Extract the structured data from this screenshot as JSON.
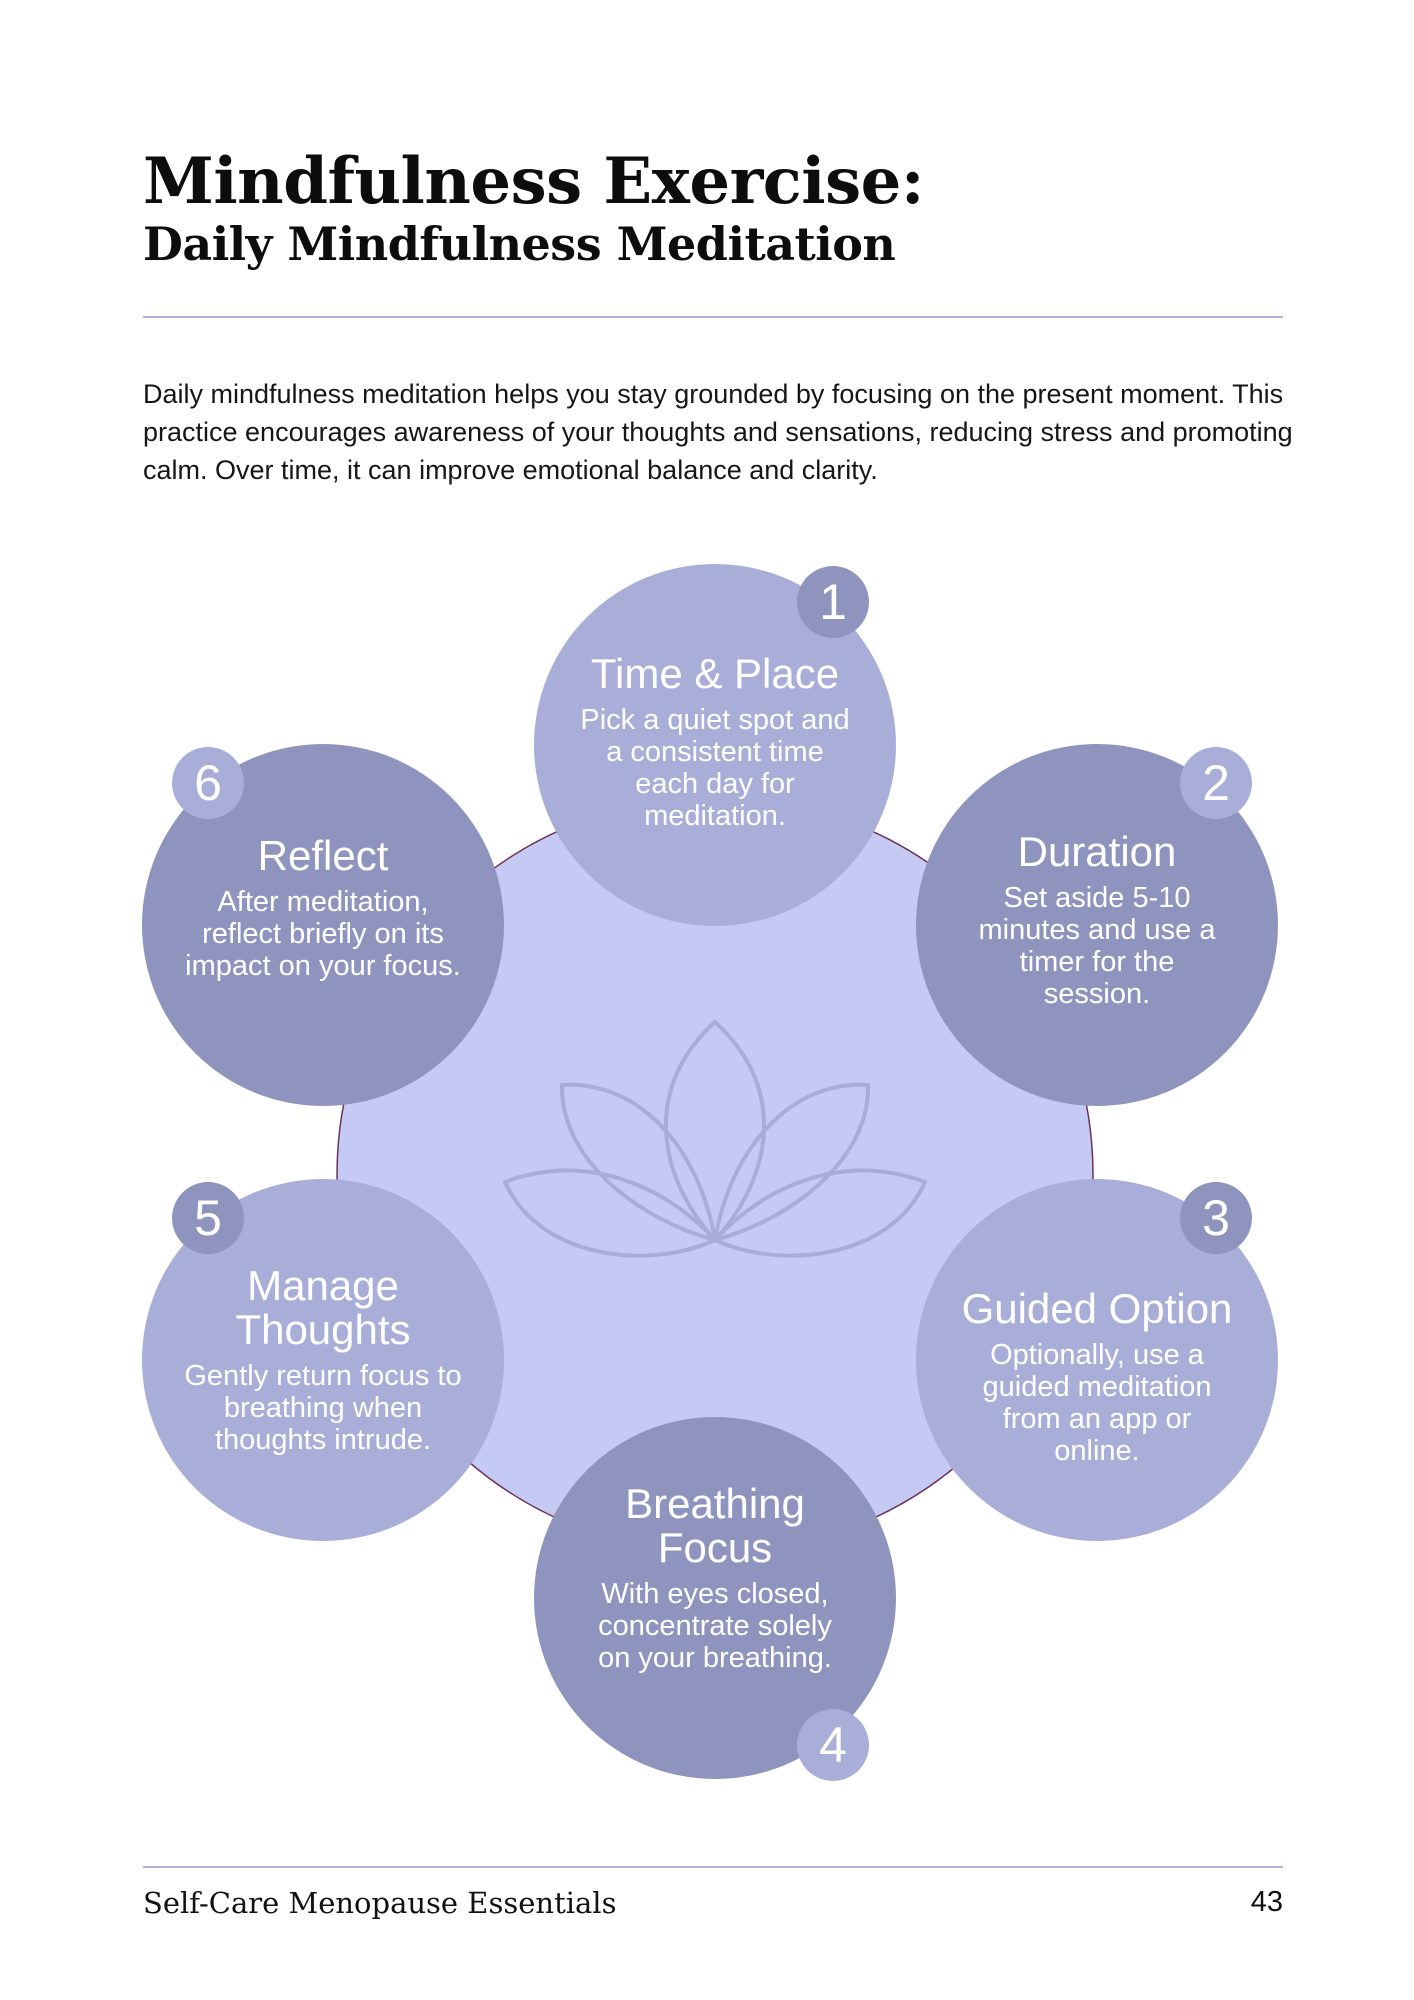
{
  "header": {
    "title": "Mindfulness Exercise:",
    "subtitle": "Daily Mindfulness Meditation"
  },
  "intro": "Daily mindfulness meditation helps you stay grounded by focusing on the present moment. This practice encourages awareness of your thoughts and sensations, reducing stress and promoting calm. Over time, it can improve emotional balance and clarity.",
  "center_icon": "lotus-icon",
  "colors": {
    "center": "#c5caf5",
    "step_light": "#a8aed8",
    "step_dark": "#8e94bd",
    "rule": "#aeb6d4"
  },
  "steps": [
    {
      "number": "1",
      "title": "Time & Place",
      "description": "Pick a quiet spot and a consistent time each day for meditation."
    },
    {
      "number": "2",
      "title": "Duration",
      "description": "Set aside 5-10 minutes and use a timer for the session."
    },
    {
      "number": "3",
      "title": "Guided Option",
      "description": "Optionally, use a guided meditation from an app or online."
    },
    {
      "number": "4",
      "title": "Breathing Focus",
      "description": "With eyes closed, concentrate solely on your breathing."
    },
    {
      "number": "5",
      "title": "Manage Thoughts",
      "description": "Gently return focus to breathing when thoughts intrude."
    },
    {
      "number": "6",
      "title": "Reflect",
      "description": "After meditation, reflect briefly on its impact on your focus."
    }
  ],
  "footer": {
    "title": "Self-Care Menopause Essentials",
    "page_number": "43"
  }
}
